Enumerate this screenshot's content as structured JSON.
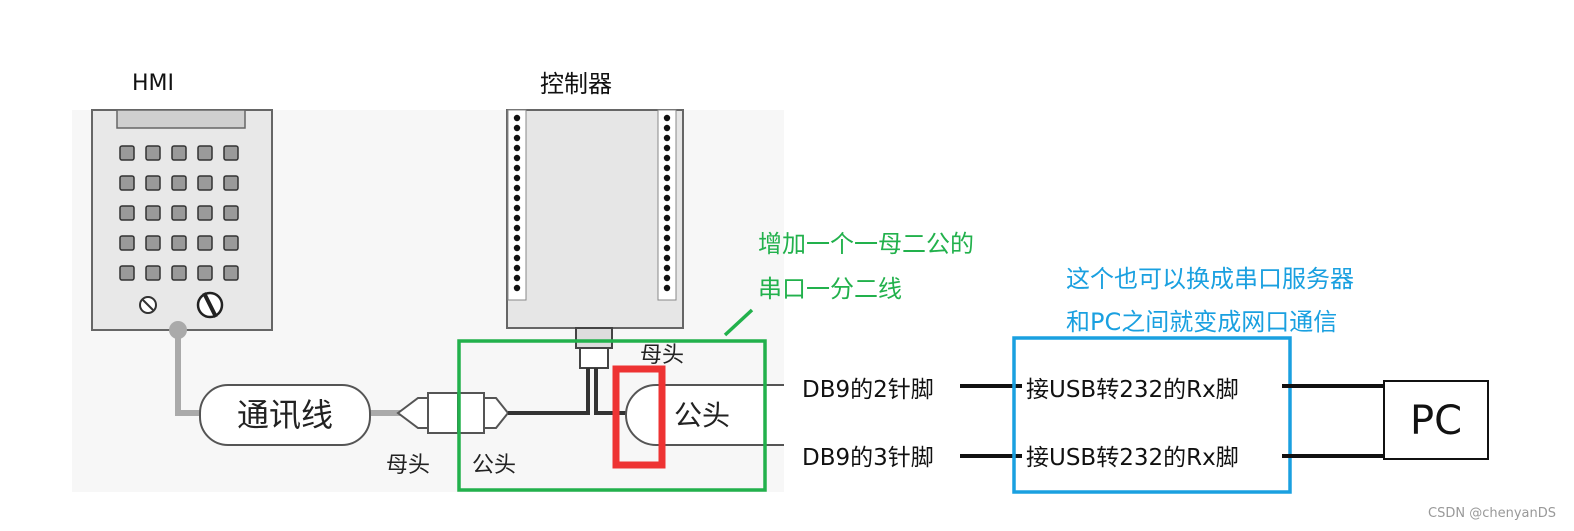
{
  "labels": {
    "hmi": "HMI",
    "controller": "控制器",
    "cable": "通讯线",
    "female_left": "母头",
    "male_left": "公头",
    "female_top": "母头",
    "male_right": "公头"
  },
  "annotations": {
    "green_line1": "增加一个一母二公的",
    "green_line2": "串口一分二线",
    "blue_line1": "这个也可以换成串口服务器",
    "blue_line2": "和PC之间就变成网口通信"
  },
  "wiring": {
    "row1_left": "DB9的2针脚",
    "row1_box": "接USB转232的Rx脚",
    "row2_left": "DB9的3针脚",
    "row2_box": "接USB转232的Rx脚",
    "pc": "PC"
  },
  "watermark": "CSDN @chenyanDS",
  "colors": {
    "green": "#22b14c",
    "blue": "#1aa0e0",
    "red": "#ee3333",
    "panel_gray": "#e6e6e6",
    "device_stroke": "#555555"
  }
}
